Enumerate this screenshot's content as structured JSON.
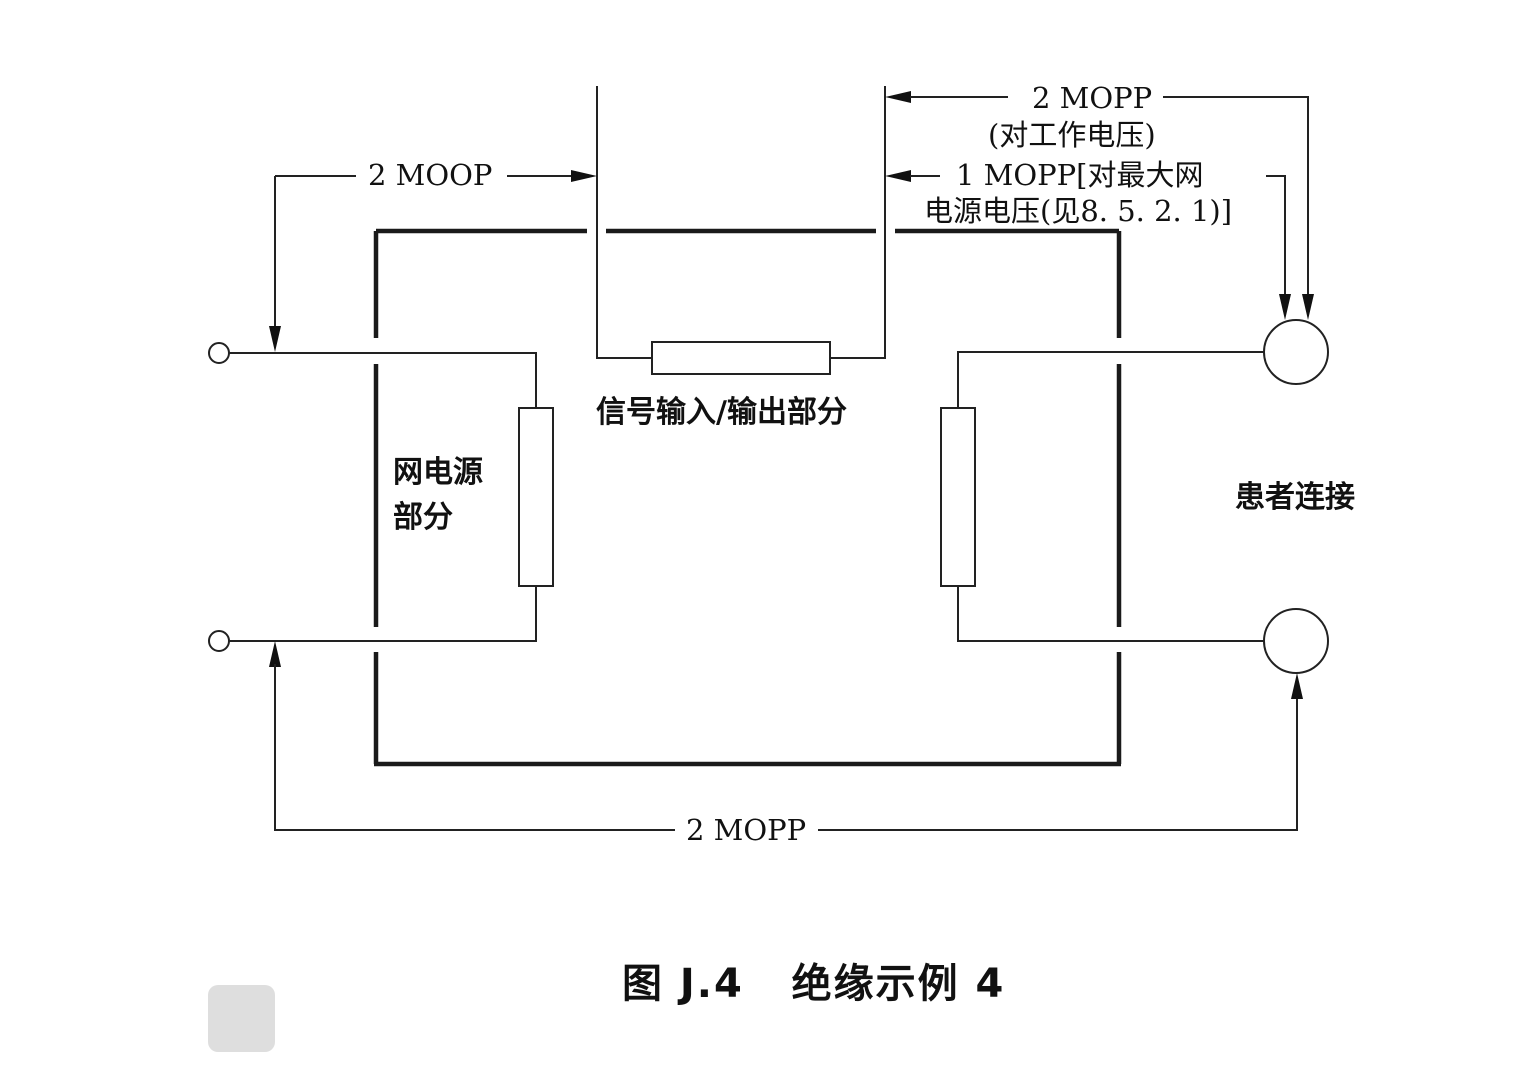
{
  "labels": {
    "top_left_moop": "2 MOOP",
    "top_right_mopp": "2 MOPP",
    "top_right_mopp_note": "(对工作电压)",
    "mid_right_mopp_line1": "1 MOPP[对最大网",
    "mid_right_mopp_line2": "电源电压(见8. 5. 2. 1)]",
    "bottom_mopp": "2 MOPP",
    "signal_part": "信号输入/输出部分",
    "mains_part_line1": "网电源",
    "mains_part_line2": "部分",
    "patient_connection": "患者连接"
  },
  "caption": "图 J.4   绝缘示例 4",
  "colors": {
    "line": "#222222",
    "enclosure": "#1a1a1a",
    "page_tab": "#dedede"
  }
}
